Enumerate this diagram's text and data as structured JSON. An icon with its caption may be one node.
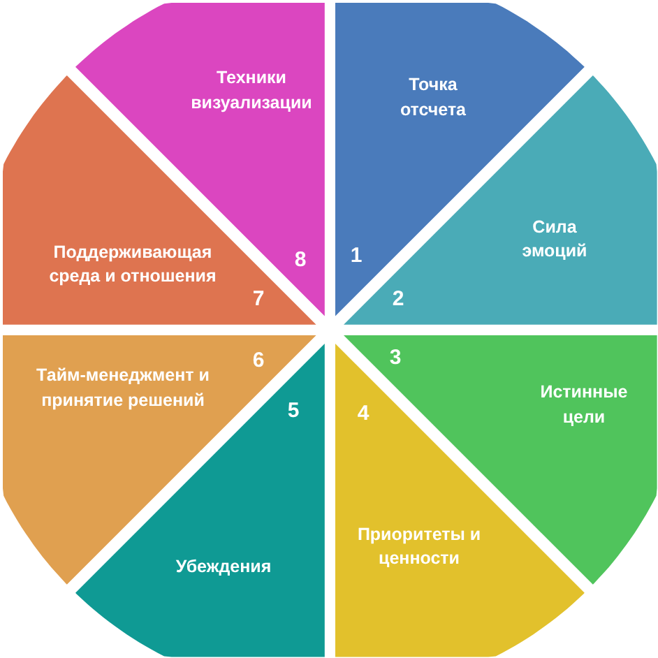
{
  "diagram": {
    "nodes": [
      {
        "text": [
          "Точка отсчета",
          "1"
        ]
      },
      {
        "text": [
          "Сила эмоций",
          "2"
        ]
      },
      {
        "text": [
          "3",
          "Истинные цели"
        ]
      },
      {
        "text": [
          "4",
          "Приоритеты и ценности"
        ]
      },
      {
        "text": [
          "5",
          "Убеждения"
        ]
      },
      {
        "text": [
          "6",
          "Тайм-менеджмент и принятие решений"
        ]
      },
      {
        "text": [
          "Поддерживающая среда и отношения",
          "7"
        ]
      },
      {
        "text": [
          "Техники визуализации",
          "8"
        ]
      }
    ]
  }
}
